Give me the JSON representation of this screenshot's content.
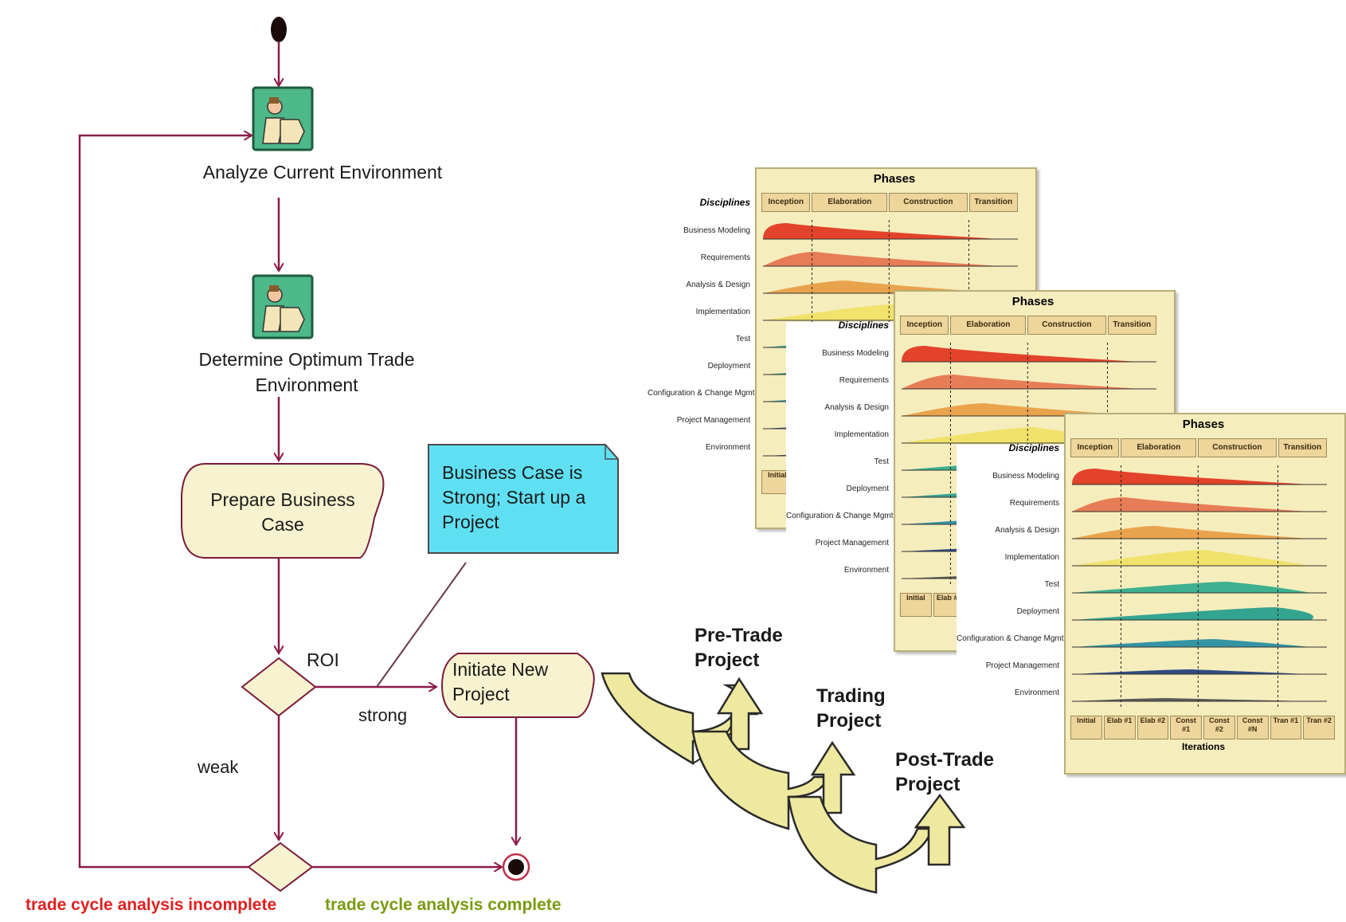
{
  "flow": {
    "activity_1": "Analyze Current Environment",
    "activity_2": "Determine Optimum Trade Environment",
    "activity_3": "Prepare Business Case",
    "activity_4": "Initiate New Project",
    "decision_label": "ROI",
    "branch_strong": "strong",
    "branch_weak": "weak",
    "note": "Business Case is Strong; Start up a Project"
  },
  "legend": {
    "incomplete": "trade cycle analysis incomplete",
    "complete": "trade cycle analysis complete"
  },
  "colors": {
    "flow_line": "#8b1a4a",
    "activity_fill": "#f7f3d0",
    "note_fill": "#5fe0f2",
    "icon_bg": "#4db88a",
    "arrow_fill": "#efe9a0",
    "legend_incomplete": "#e02020",
    "legend_complete": "#7a9a10"
  },
  "phases_arrows": {
    "pre_trade": "Pre-Trade Project",
    "trading": "Trading Project",
    "post_trade": "Post-Trade Project"
  },
  "rup": {
    "title": "Phases",
    "disciplines_heading": "Disciplines",
    "phases": [
      "Inception",
      "Elaboration",
      "Construction",
      "Transition"
    ],
    "disciplines": [
      "Business Modeling",
      "Requirements",
      "Analysis & Design",
      "Implementation",
      "Test",
      "Deployment",
      "Configuration & Change Mgmt",
      "Project Management",
      "Environment"
    ],
    "iterations": [
      "Initial",
      "Elab #1",
      "Elab #2",
      "Const #1",
      "Const #2",
      "Const #N",
      "Tran #1",
      "Tran #2"
    ],
    "iterations_caption": "Iterations"
  }
}
